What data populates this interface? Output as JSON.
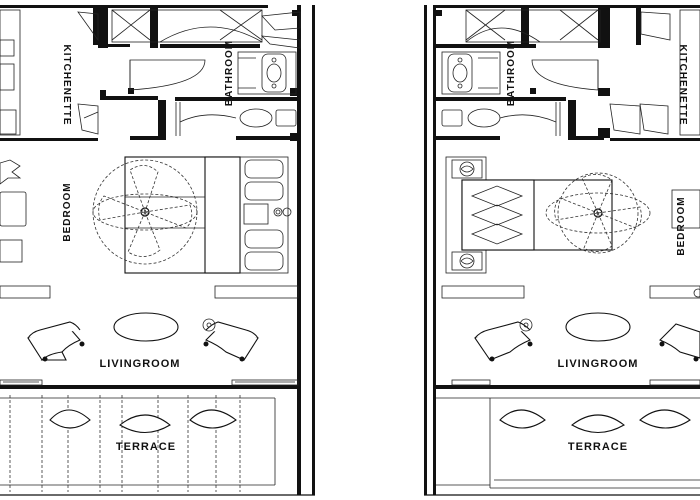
{
  "colors": {
    "wall": "#111111",
    "background": "#ffffff"
  },
  "left_unit": {
    "labels": {
      "kitchenette": "KITCHENETTE",
      "bathroom": "BATHROOM",
      "bedroom": "BEDROOM",
      "livingroom": "LIVINGROOM",
      "terrace": "TERRACE"
    }
  },
  "right_unit": {
    "labels": {
      "kitchenette": "KITCHENETTE",
      "bathroom": "BATHROOM",
      "bedroom": "BEDROOM",
      "livingroom": "LIVINGROOM",
      "terrace": "TERRACE"
    }
  }
}
